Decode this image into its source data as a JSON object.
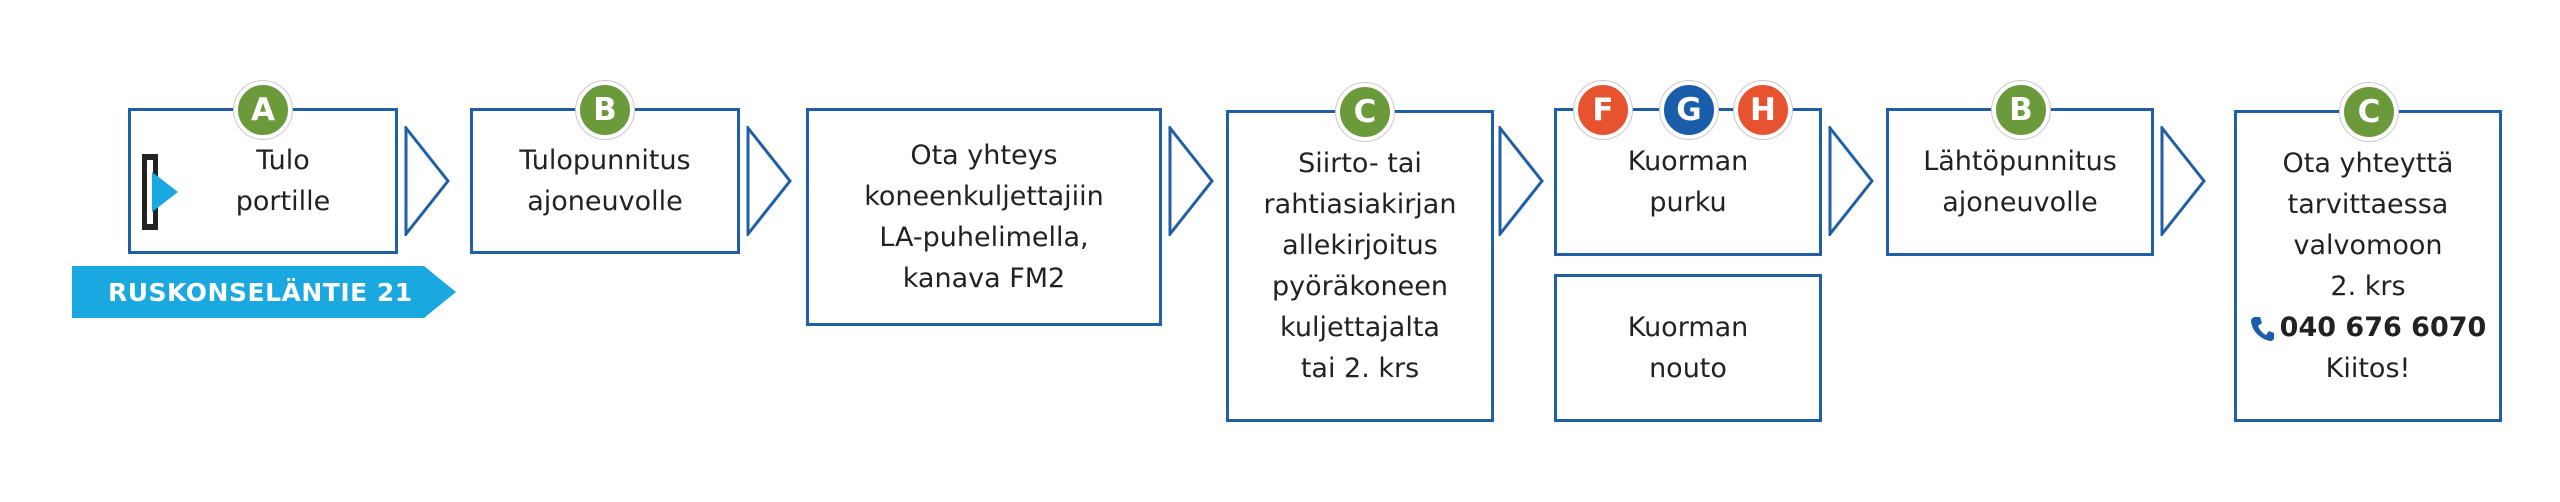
{
  "colors": {
    "box_border": "#1f5fa6",
    "badge_green": "#6a9a3a",
    "badge_orange": "#e8532f",
    "badge_blue": "#1a5eab",
    "street_banner": "#1aa8e0",
    "gate_arrow": "#1aa8e0"
  },
  "steps": [
    {
      "text": "Tulo\nportille",
      "badges": [
        "A"
      ]
    },
    {
      "text": "Tulopunnitus\najoneuvolle",
      "badges": [
        "B"
      ]
    },
    {
      "text": "Ota yhteys\nkoneenkuljettajiin\nLA-puhelimella,\nkanava FM2",
      "badges": []
    },
    {
      "text": "Siirto- tai\nrahtiasiakirjan\nallekirjoitus\npyöräkoneen\nkuljettajalta\ntai 2. krs",
      "badges": [
        "C"
      ]
    },
    {
      "text": "Kuorman\npurku",
      "badges": [
        "F",
        "G",
        "H"
      ]
    },
    {
      "text": "Kuorman\nnouto",
      "badges": []
    },
    {
      "text": "Lähtöpunnitus\najoneuvolle",
      "badges": [
        "B"
      ]
    },
    {
      "text": "Ota yhteyttä\ntarvittaessa\nvalvomoon\n2. krs",
      "phone": "040 676 6070",
      "after": "Kiitos!",
      "badges": [
        "C"
      ]
    }
  ],
  "street_label": "RUSKONSELÄNTIE 21",
  "icons": {
    "gate": "gate-entry-icon",
    "phone": "phone-icon"
  }
}
